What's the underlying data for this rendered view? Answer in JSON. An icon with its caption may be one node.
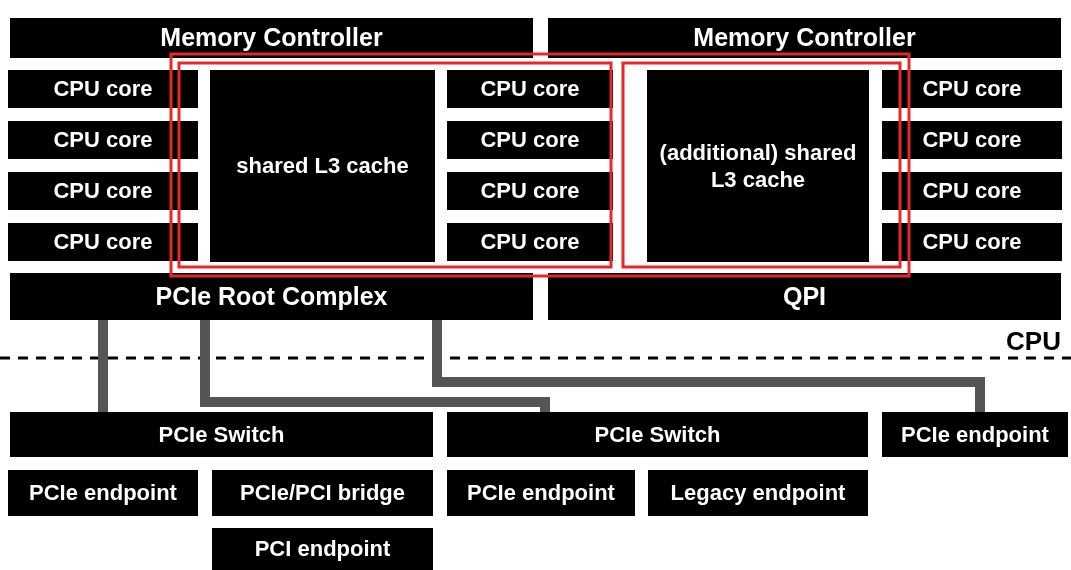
{
  "diagram": {
    "nodes": [
      {
        "text": [
          "Memory Controller"
        ]
      },
      {
        "text": [
          "Memory Controller"
        ]
      },
      {
        "text": [
          "CPU core"
        ]
      },
      {
        "text": [
          "CPU core"
        ]
      },
      {
        "text": [
          "CPU core"
        ]
      },
      {
        "text": [
          "CPU core"
        ]
      },
      {
        "text": [
          "shared L3 cache"
        ]
      },
      {
        "text": [
          "CPU core"
        ]
      },
      {
        "text": [
          "CPU core"
        ]
      },
      {
        "text": [
          "CPU core"
        ]
      },
      {
        "text": [
          "CPU core"
        ]
      },
      {
        "text": [
          "(additional) shared L3 cache"
        ]
      },
      {
        "text": [
          "CPU core"
        ]
      },
      {
        "text": [
          "CPU core"
        ]
      },
      {
        "text": [
          "CPU core"
        ]
      },
      {
        "text": [
          "CPU core"
        ]
      },
      {
        "text": [
          "PCIe Root Complex"
        ]
      },
      {
        "text": [
          "QPI"
        ]
      },
      {
        "text": [
          "PCIe Switch"
        ]
      },
      {
        "text": [
          "PCIe Switch"
        ]
      },
      {
        "text": [
          "PCIe endpoint"
        ]
      },
      {
        "text": [
          "PCIe endpoint"
        ]
      },
      {
        "text": [
          "PCIe/PCI bridge"
        ]
      },
      {
        "text": [
          "PCIe endpoint"
        ]
      },
      {
        "text": [
          "Legacy endpoint"
        ]
      },
      {
        "text": [
          "PCI endpoint"
        ]
      }
    ],
    "edges": [
      {
        "from": 16,
        "to": 18,
        "arrow": "none"
      },
      {
        "from": 16,
        "to": 19,
        "arrow": "none"
      },
      {
        "from": 16,
        "to": 20,
        "arrow": "none"
      }
    ],
    "labels": [
      "CPU"
    ]
  }
}
